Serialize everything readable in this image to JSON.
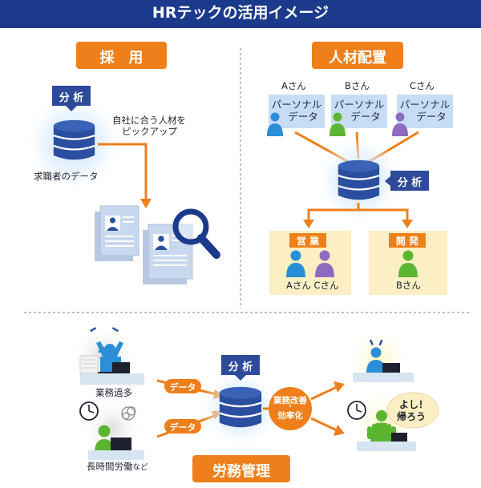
{
  "title": "HRテックの活用イメージ",
  "sections": {
    "recruit": {
      "label": "採　用",
      "analysis_label": "分 析",
      "data_caption": "求職者のデータ",
      "pick_caption": [
        "自社に合う人材を",
        "ピックアップ"
      ]
    },
    "placement": {
      "label": "人材配置",
      "analysis_label": "分 析",
      "people": [
        {
          "name": "Aさん",
          "card": [
            "パーソナル",
            "データ"
          ],
          "color": "#2a8fd6"
        },
        {
          "name": "Bさん",
          "card": [
            "パーソナル",
            "データ"
          ],
          "color": "#5cb531"
        },
        {
          "name": "Cさん",
          "card": [
            "パーソナル",
            "データ"
          ],
          "color": "#8c6bc0"
        }
      ],
      "teams": [
        {
          "label": "営 業",
          "members": "Aさん Cさん"
        },
        {
          "label": "開 発",
          "members": "Bさん"
        }
      ]
    },
    "labor": {
      "label": "労務管理",
      "analysis_label": "分 析",
      "overwork_caption": "業務過多",
      "longhours_caption": "長時間労働",
      "longhours_suffix": "など",
      "data_label_1": "データ",
      "data_label_2": "データ",
      "improvement": [
        "業務改善",
        "・",
        "効率化"
      ],
      "speech": [
        "よし！",
        "帰ろう"
      ]
    }
  },
  "colors": {
    "title_bar": "#1c3a8c",
    "orange": "#ee7f1a",
    "db_blue": "#2a4fa0",
    "tag_blue": "#2e4b9a",
    "card_blue": "#c8dcf4",
    "team_bg": "#fcefc4",
    "green": "#5cb531",
    "purple": "#8c6bc0",
    "sky": "#2a8fd6"
  }
}
